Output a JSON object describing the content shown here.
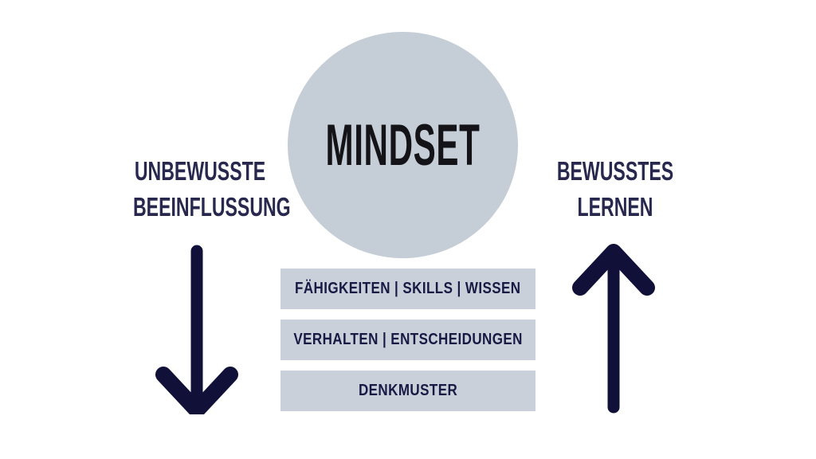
{
  "diagram": {
    "title": "MINDSET",
    "left_label": {
      "line1": "UNBEWUSSTE",
      "line2": "BEEINFLUSSUNG"
    },
    "right_label": {
      "line1": "BEWUSSTES",
      "line2": "LERNEN"
    },
    "left_arrow_direction": "down",
    "right_arrow_direction": "up",
    "layers": [
      "FÄHIGKEITEN | SKILLS | WISSEN",
      "VERHALTEN | ENTSCHEIDUNGEN",
      "DENKMUSTER"
    ],
    "colors": {
      "background": "#ffffff",
      "circle_fill": "#c5cdd6",
      "bar_fill": "#cad0da",
      "arrow": "#101038",
      "title_text": "#141418",
      "label_text": "#28284e",
      "bar_text": "#191944"
    }
  }
}
